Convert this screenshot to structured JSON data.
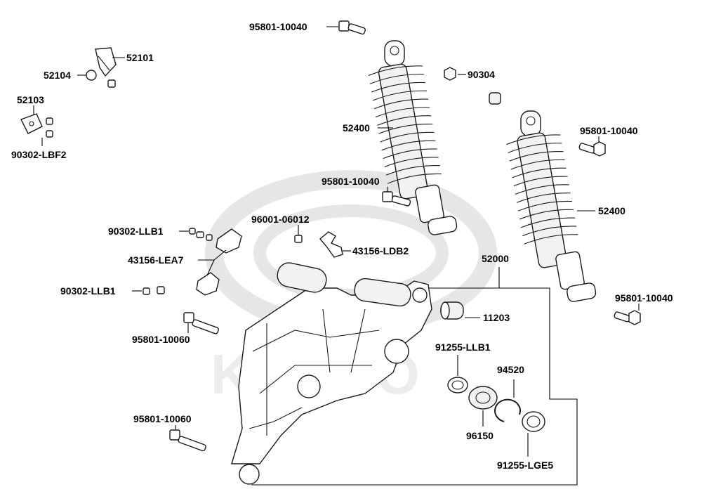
{
  "watermark": {
    "text": "KYMCO"
  },
  "labels": {
    "p95801_10040_top": "95801-10040",
    "p52101": "52101",
    "p52104": "52104",
    "p90304": "90304",
    "p52103": "52103",
    "p90302_LBF2": "90302-LBF2",
    "p52400_left": "52400",
    "p95801_10040_right": "95801-10040",
    "p95801_10040_mid": "95801-10040",
    "p52400_right": "52400",
    "p96001_06012": "96001-06012",
    "p90302_LLB1_a": "90302-LLB1",
    "p43156_LDB2": "43156-LDB2",
    "p43156_LEA7": "43156-LEA7",
    "p52000": "52000",
    "p90302_LLB1_b": "90302-LLB1",
    "p95801_10040_br": "95801-10040",
    "p11203": "11203",
    "p95801_10060_a": "95801-10060",
    "p91255_LLB1": "91255-LLB1",
    "p94520": "94520",
    "p95801_10060_b": "95801-10060",
    "p96150": "96150",
    "p91255_LGE5": "91255-LGE5"
  }
}
